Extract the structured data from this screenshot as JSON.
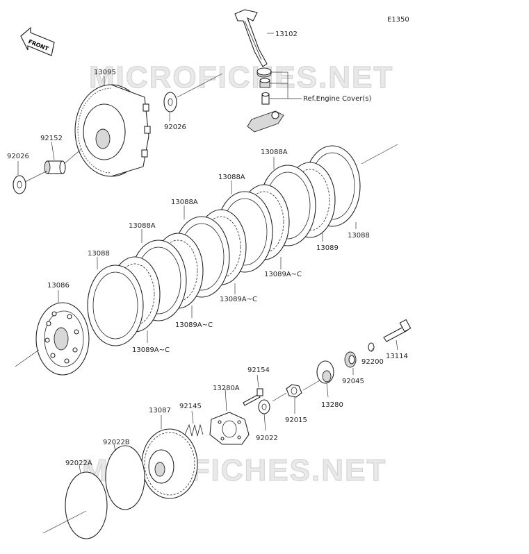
{
  "diagram": {
    "code": "E1350",
    "watermark": "MICROFICHES.NET",
    "front_label": "FRONT",
    "labels": {
      "p13102": "13102",
      "ref_engine_cover": "Ref.Engine Cover(s)",
      "p13095": "13095",
      "p92026_a": "92026",
      "p92152": "92152",
      "p92026_b": "92026",
      "p13088a_1": "13088A",
      "p13088a_2": "13088A",
      "p13088a_3": "13088A",
      "p13088a_4": "13088A",
      "p13088_1": "13088",
      "p13088_2": "13088",
      "p13089": "13089",
      "p13089ac_1": "13089A~C",
      "p13089ac_2": "13089A~C",
      "p13089ac_3": "13089A~C",
      "p13089ac_4": "13089A~C",
      "p13086": "13086",
      "p92154": "92154",
      "p13280a": "13280A",
      "p92145": "92145",
      "p13087": "13087",
      "p92022": "92022",
      "p92015": "92015",
      "p13280": "13280",
      "p92045": "92045",
      "p92200": "92200",
      "p13114": "13114",
      "p92022b": "92022B",
      "p92022a": "92022A"
    }
  }
}
